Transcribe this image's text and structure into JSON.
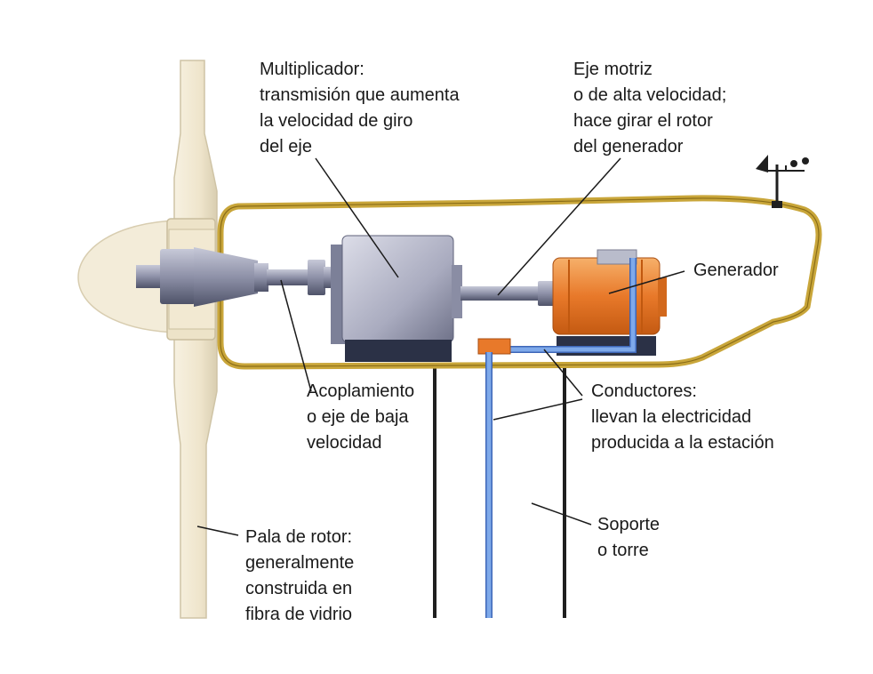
{
  "labels": {
    "multiplicador": [
      "Multiplicador:",
      "transmisión que aumenta",
      "la velocidad de giro",
      "del eje"
    ],
    "eje_motriz": [
      "Eje motriz",
      "o de alta velocidad;",
      "hace girar el rotor",
      "del generador"
    ],
    "generador": [
      "Generador"
    ],
    "acoplamiento": [
      "Acoplamiento",
      "o eje de baja",
      "velocidad"
    ],
    "conductores": [
      "Conductores:",
      "llevan la electricidad",
      "producida a la estación"
    ],
    "soporte": [
      "Soporte",
      "o torre"
    ],
    "pala": [
      "Pala de rotor:",
      "generalmente",
      "construida en",
      "fibra de vidrio"
    ]
  },
  "colors": {
    "nacelle_outline": "#c9a63a",
    "blade": "#f3ebd6",
    "gearbox": "#9a9db3",
    "generator": "#e8792a",
    "conductor": "#6f9fe0",
    "base": "#2b3146"
  }
}
